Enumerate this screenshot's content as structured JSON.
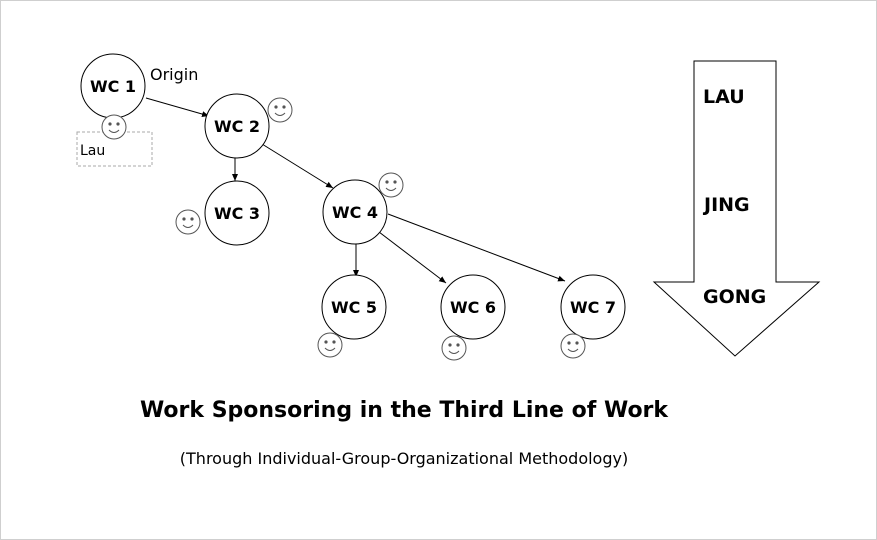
{
  "nodes": {
    "wc1": "WC 1",
    "wc2": "WC 2",
    "wc3": "WC 3",
    "wc4": "WC 4",
    "wc5": "WC 5",
    "wc6": "WC 6",
    "wc7": "WC 7"
  },
  "annotations": {
    "origin": "Origin",
    "lau_box": "Lau"
  },
  "big_arrow": {
    "labels": [
      "LAU",
      "JING",
      "GONG"
    ]
  },
  "title": "Work Sponsoring in the Third Line of Work",
  "subtitle": "(Through Individual-Group-Organizational Methodology)"
}
